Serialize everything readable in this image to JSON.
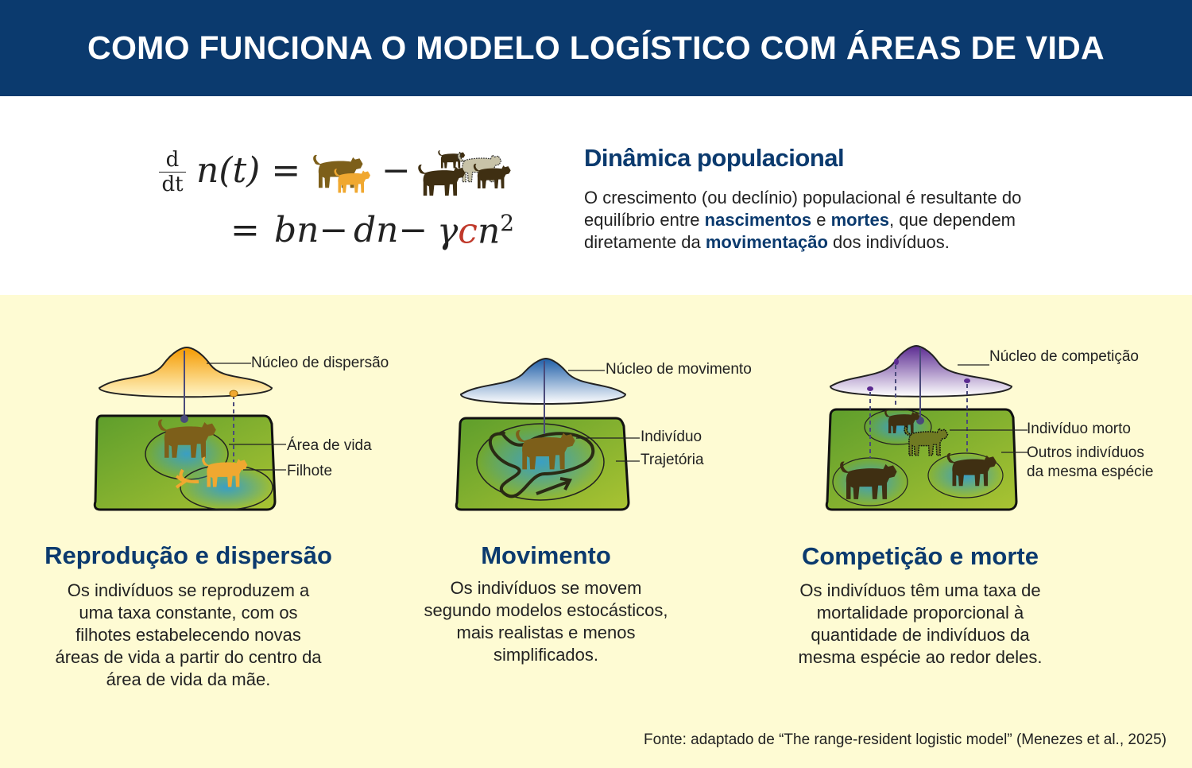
{
  "header": {
    "title": "COMO FUNCIONA O MODELO LOGÍSTICO COM ÁREAS DE VIDA"
  },
  "equation": {
    "deriv_num": "d",
    "deriv_den": "dt",
    "lhs": "n(t) =",
    "minus": "−",
    "line2_eq": "=",
    "term_b": "bn−",
    "term_d": "dn−",
    "term_gamma": "γ",
    "term_c": "c",
    "term_n": "n",
    "exponent": "2",
    "c_color": "#c0392b"
  },
  "dynamics": {
    "title": "Dinâmica populacional",
    "text_1": "O crescimento (ou declínio) populacional é resultante do equilíbrio entre ",
    "highlight_1": "nascimentos",
    "text_2": " e ",
    "highlight_2": "mortes",
    "text_3": ", que dependem diretamente da ",
    "highlight_3": "movimentação",
    "text_4": " dos indivíduos."
  },
  "panels": [
    {
      "title": "Reprodução e dispersão",
      "description": "Os indivíduos se reproduzem a uma taxa constante, com os filhotes estabelecendo novas áreas de vida a partir do centro da área de vida da mãe.",
      "labels": [
        "Núcleo de dispersão",
        "Área de vida",
        "Filhote"
      ]
    },
    {
      "title": "Movimento",
      "description": "Os indivíduos se movem segundo modelos estocásticos, mais realistas e menos simplificados.",
      "labels": [
        "Núcleo de movimento",
        "Indivíduo",
        "Trajetória"
      ]
    },
    {
      "title": "Competição e morte",
      "description": "Os indivíduos têm uma taxa de mortalidade proporcional à quantidade de indivíduos da mesma espécie ao redor deles.",
      "labels": [
        "Núcleo de competição",
        "Indivíduo morto",
        "Outros indivíduos",
        "da mesma espécie"
      ]
    }
  ],
  "source": "Fonte: adaptado de “The range-resident logistic model” (Menezes et al., 2025)",
  "colors": {
    "navy": "#0b3a6e",
    "background_yellow": "#fefbd3",
    "dispersal": "#f5a300",
    "movement": "#1f5fa8",
    "competition": "#5b2a91",
    "grass": "#7fb02e"
  }
}
